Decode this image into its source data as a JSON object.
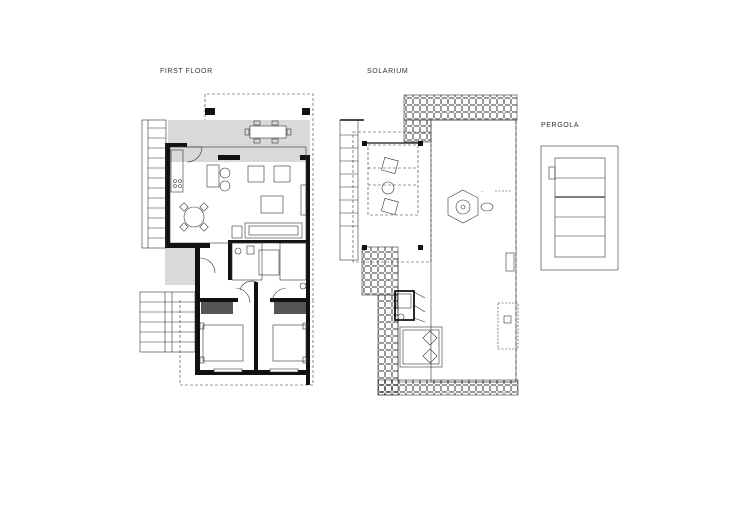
{
  "plans": {
    "first_floor": {
      "title": "FIRST FLOOR"
    },
    "solarium": {
      "title": "SOLARIUM"
    },
    "pergola": {
      "title": "PERGOLA"
    }
  },
  "colors": {
    "wall": "#111111",
    "terrace_fill": "#d9d9d9",
    "line": "#333333",
    "dashed": "#555555"
  }
}
